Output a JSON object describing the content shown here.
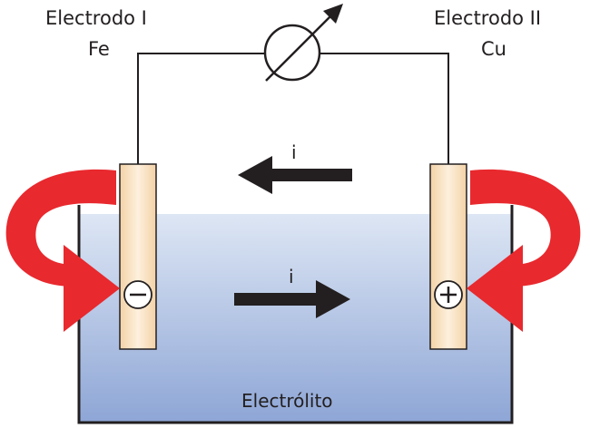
{
  "electrode_1": {
    "name": "Electrodo I",
    "metal": "Fe",
    "sign": "−"
  },
  "electrode_2": {
    "name": "Electrodo II",
    "metal": "Cu",
    "sign": "+"
  },
  "current_label_top": "i",
  "current_label_bottom": "i",
  "electrolyte_label": "Electrólito",
  "colors": {
    "wire": "#231f20",
    "electrolyte_top": "#dde6f4",
    "electrolyte_bottom": "#8ea6d6",
    "electrode_fill": "#f3d2a6",
    "electrode_highlight": "#fdf0dd",
    "loop_arrow": "#e8292e",
    "current_arrow": "#231f20"
  },
  "icons": {
    "meter": "galvanometer-icon",
    "flow_arrows": "curved-arrow-icon"
  }
}
